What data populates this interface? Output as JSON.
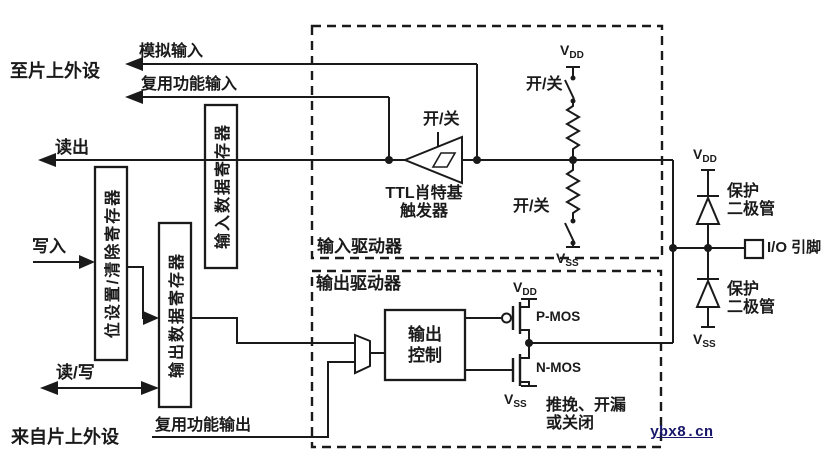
{
  "diagram": {
    "left_labels": {
      "to_peripherals": "至片上外设",
      "analog_input": "模拟输入",
      "af_input": "复用功能输入",
      "read": "读出",
      "write": "写入",
      "read_write": "读/写",
      "from_peripherals": "来自片上外设",
      "af_output": "复用功能输出"
    },
    "registers": {
      "bit_set_clear": "位设置/清除寄存器",
      "output_data": "输出数据寄存器",
      "input_data": "输入数据寄存器"
    },
    "input_driver": {
      "title": "输入驱动器",
      "schmitt_on_off": "开/关",
      "schmitt_name_line1": "TTL肖特基",
      "schmitt_name_line2": "触发器",
      "pullup_on_off": "开/关",
      "pulldown_on_off": "开/关"
    },
    "output_driver": {
      "title": "输出驱动器",
      "control_line1": "输出",
      "control_line2": "控制",
      "pmos": "P-MOS",
      "nmos": "N-MOS",
      "mode_line1": "推挽、开漏",
      "mode_line2": "或关闭"
    },
    "pad": {
      "protect1_line1": "保护",
      "protect1_line2": "二极管",
      "protect2_line1": "保护",
      "protect2_line2": "二极管",
      "io_pin": "I/O 引脚"
    },
    "power": {
      "vdd_base": "V",
      "vdd_sub": "DD",
      "vss_base": "V",
      "vss_sub": "SS"
    },
    "watermark": "ybx8.cn",
    "colors": {
      "line": "#1a1a1a",
      "background": "#ffffff",
      "watermark": "#16166b"
    }
  }
}
